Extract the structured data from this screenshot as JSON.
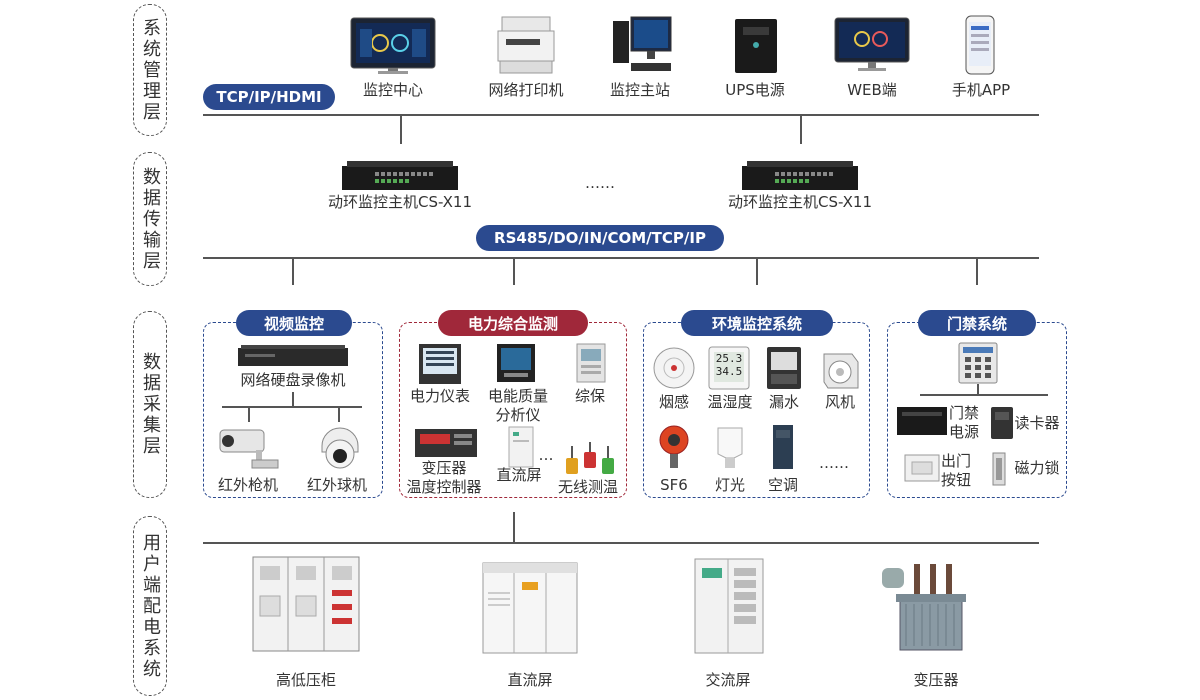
{
  "layers": [
    {
      "label": "系统管理层"
    },
    {
      "label": "数据传输层"
    },
    {
      "label": "数据采集层"
    },
    {
      "label": "用户端配电系统"
    }
  ],
  "management": {
    "protocol": "TCP/IP/HDMI",
    "devices": [
      {
        "label": "监控中心",
        "icon": "monitor-dashboard-icon"
      },
      {
        "label": "网络打印机",
        "icon": "printer-icon"
      },
      {
        "label": "监控主站",
        "icon": "workstation-icon"
      },
      {
        "label": "UPS电源",
        "icon": "ups-icon"
      },
      {
        "label": "WEB端",
        "icon": "web-monitor-icon"
      },
      {
        "label": "手机APP",
        "icon": "phone-icon"
      }
    ]
  },
  "transmission": {
    "hosts": [
      {
        "label": "动环监控主机CS-X11"
      },
      {
        "label": "动环监控主机CS-X11"
      }
    ],
    "ellipsis": "……",
    "protocol": "RS485/DO/IN/COM/TCP/IP"
  },
  "acquisition": {
    "video": {
      "title": "视频监控",
      "nvr": "网络硬盘录像机",
      "items": [
        {
          "label": "红外枪机"
        },
        {
          "label": "红外球机"
        }
      ]
    },
    "power": {
      "title": "电力综合监测",
      "items": [
        {
          "label": "电力仪表"
        },
        {
          "label": "电能质量\n分析仪"
        },
        {
          "label": "综保"
        },
        {
          "label": "变压器\n温度控制器"
        },
        {
          "label": "直流屏"
        },
        {
          "label": "无线测温"
        }
      ],
      "ellipsis": "…"
    },
    "env": {
      "title": "环境监控系统",
      "items": [
        {
          "label": "烟感"
        },
        {
          "label": "温湿度"
        },
        {
          "label": "漏水"
        },
        {
          "label": "风机"
        },
        {
          "label": "SF6"
        },
        {
          "label": "灯光"
        },
        {
          "label": "空调"
        }
      ],
      "ellipsis": "……",
      "display_top": "25.3",
      "display_bottom": "34.5"
    },
    "access": {
      "title": "门禁系统",
      "items": [
        {
          "label": "门禁\n电源"
        },
        {
          "label": "读卡器"
        },
        {
          "label": "出门\n按钮"
        },
        {
          "label": "磁力锁"
        }
      ]
    }
  },
  "distribution": {
    "items": [
      {
        "label": "高低压柜"
      },
      {
        "label": "直流屏"
      },
      {
        "label": "交流屏"
      },
      {
        "label": "变压器"
      }
    ]
  },
  "colors": {
    "accent_blue": "#2b4a8f",
    "accent_red": "#a0283a"
  }
}
